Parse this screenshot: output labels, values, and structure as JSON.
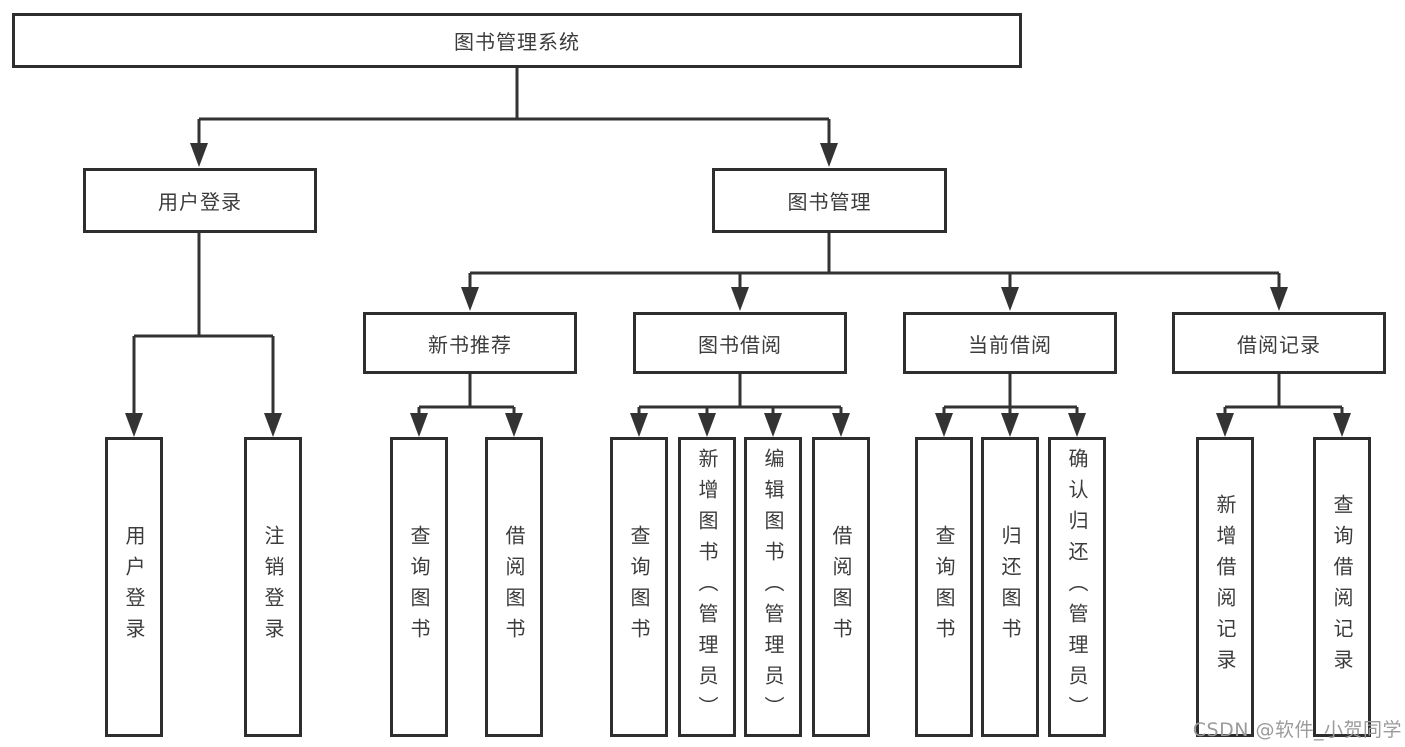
{
  "diagram": {
    "root": {
      "label": "图书管理系统",
      "children": [
        {
          "label": "用户登录",
          "children": [
            {
              "label": "用户登录"
            },
            {
              "label": "注销登录"
            }
          ]
        },
        {
          "label": "图书管理",
          "children": [
            {
              "label": "新书推荐",
              "children": [
                {
                  "label": "查询图书"
                },
                {
                  "label": "借阅图书"
                }
              ]
            },
            {
              "label": "图书借阅",
              "children": [
                {
                  "label": "查询图书"
                },
                {
                  "label": "新增图书（管理员）"
                },
                {
                  "label": "编辑图书（管理员）"
                },
                {
                  "label": "借阅图书"
                }
              ]
            },
            {
              "label": "当前借阅",
              "children": [
                {
                  "label": "查询图书"
                },
                {
                  "label": "归还图书"
                },
                {
                  "label": "确认归还（管理员）"
                }
              ]
            },
            {
              "label": "借阅记录",
              "children": [
                {
                  "label": "新增借阅记录"
                },
                {
                  "label": "查询借阅记录"
                }
              ]
            }
          ]
        }
      ]
    }
  },
  "watermark": {
    "text": "CSDN @软件_小贺同学"
  },
  "colors": {
    "line": "#333333",
    "border": "#2e2e2e",
    "text": "#3c3c3c",
    "background": "#ffffff",
    "watermark": "#9b9b9b"
  }
}
